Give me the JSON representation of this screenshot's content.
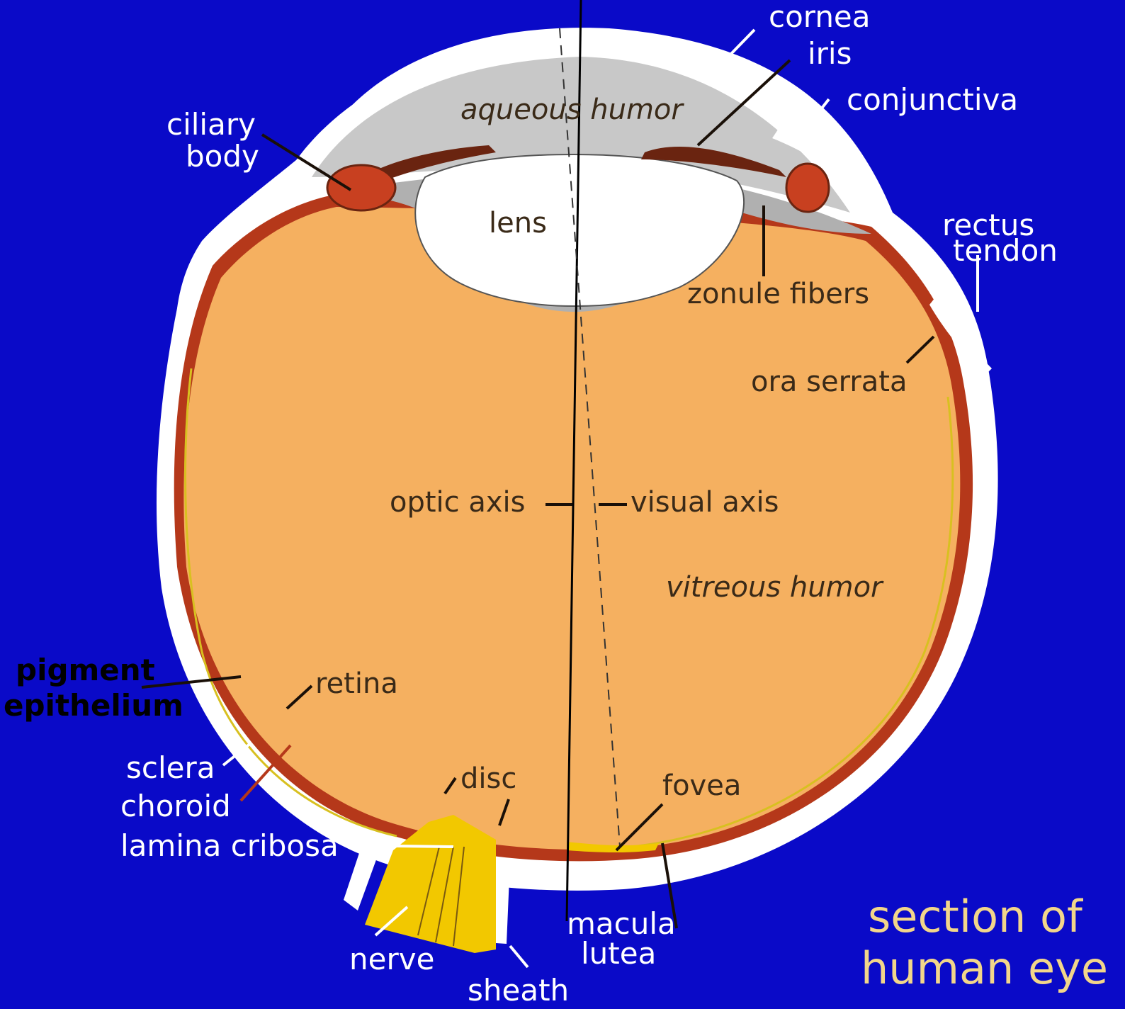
{
  "colors": {
    "background": "#0a0ac8",
    "vitreous": "#f5b060",
    "sclera": "#ffffff",
    "choroid": "#b5381a",
    "aqueous": "#c8c8c8",
    "lens": "#ffffff",
    "nerve": "#f2c800",
    "iris": "#6a2410",
    "title": "#f2d68a"
  },
  "labels": {
    "cornea": "cornea",
    "iris": "iris",
    "conjunctiva": "conjunctiva",
    "ciliary_body_1": "ciliary",
    "ciliary_body_2": "body",
    "aqueous_humor": "aqueous humor",
    "lens": "lens",
    "rectus_tendon_1": "rectus",
    "rectus_tendon_2": "tendon",
    "zonule_fibers": "zonule fibers",
    "ora_serrata": "ora serrata",
    "optic_axis": "optic axis",
    "visual_axis": "visual axis",
    "vitreous_humor": "vitreous humor",
    "pigment_epithelium_1": "pigment",
    "pigment_epithelium_2": "epithelium",
    "retina": "retina",
    "sclera": "sclera",
    "choroid": "choroid",
    "lamina_cribosa": "lamina cribosa",
    "disc": "disc",
    "fovea": "fovea",
    "macula_lutea_1": "macula",
    "macula_lutea_2": "lutea",
    "nerve": "nerve",
    "sheath": "sheath"
  },
  "title": {
    "line1": "section of",
    "line2": "human eye"
  }
}
